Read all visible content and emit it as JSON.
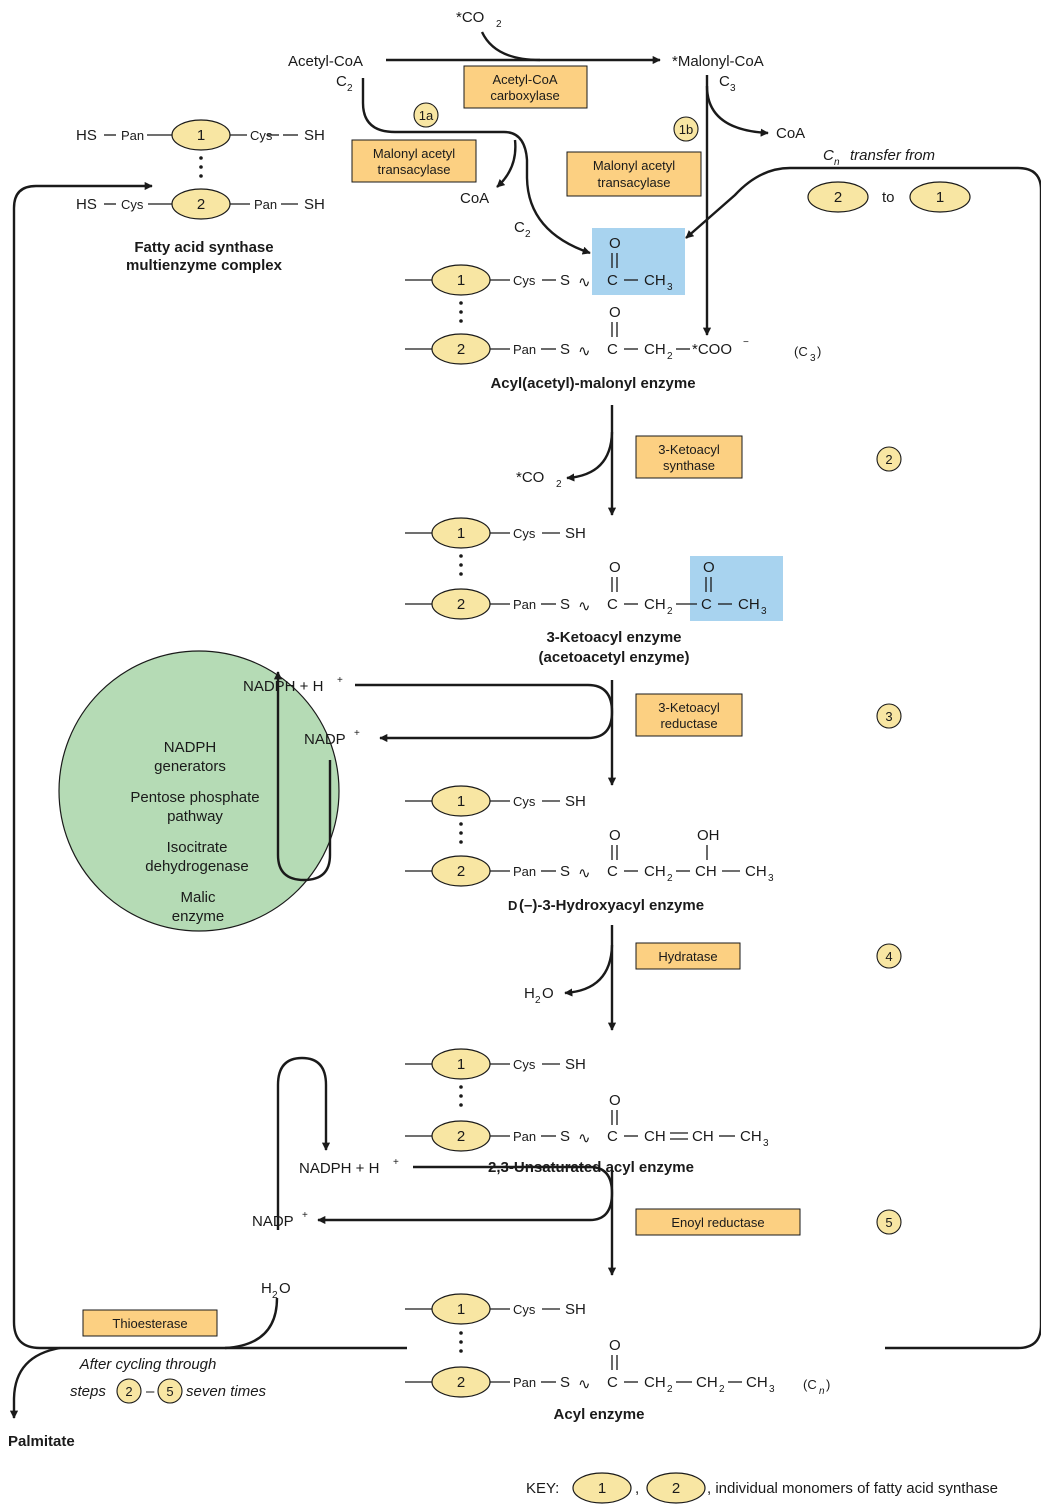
{
  "top": {
    "co2": "*CO",
    "co2_sub": "2",
    "acetyl_coa": "Acetyl-CoA",
    "acetyl_coa_c": "C",
    "acetyl_coa_c_sub": "2",
    "malonyl_coa": "*Malonyl-CoA",
    "malonyl_coa_c": "C",
    "malonyl_coa_c_sub": "3",
    "coa_right": "CoA",
    "coa_left": "CoA",
    "c2": "C",
    "c2_sub": "2"
  },
  "steps": {
    "s1a": "1a",
    "s1b": "1b",
    "s2": "2",
    "s3": "3",
    "s4": "4",
    "s5": "5"
  },
  "enzymes": {
    "carboxylase_l1": "Acetyl-CoA",
    "carboxylase_l2": "carboxylase",
    "transacylase_l1": "Malonyl acetyl",
    "transacylase_l2": "transacylase",
    "ketoacyl_synthase_l1": "3-Ketoacyl",
    "ketoacyl_synthase_l2": "synthase",
    "ketoacyl_reductase_l1": "3-Ketoacyl",
    "ketoacyl_reductase_l2": "reductase",
    "hydratase": "Hydratase",
    "enoyl_reductase": "Enoyl reductase",
    "thioesterase": "Thioesterase"
  },
  "complex": {
    "hs": "HS",
    "pan": "Pan",
    "cys": "Cys",
    "sh": "SH",
    "mono1": "1",
    "mono2": "2",
    "label_l1": "Fatty acid synthase",
    "label_l2": "multienzyme complex"
  },
  "chem": {
    "s": "S",
    "c": "C",
    "o": "O",
    "ch3": "CH",
    "ch2": "CH",
    "ch": "CH",
    "oh": "OH",
    "sub2": "2",
    "sub3": "3",
    "coo": "*COO",
    "minus": "−",
    "tilde": "∿",
    "dash": "—",
    "c3_tag": "(C",
    "cn_c": "(C",
    "cn_n": "n",
    "close_paren": ")"
  },
  "intermediates": {
    "acyl_malonyl": "Acyl(acetyl)-malonyl enzyme",
    "ketoacyl_l1": "3-Ketoacyl enzyme",
    "ketoacyl_l2": "(acetoacetyl enzyme)",
    "hydroxyacyl_prefix": "D",
    "hydroxyacyl": "(–)-3-Hydroxyacyl enzyme",
    "unsaturated": "2,3-Unsaturated acyl enzyme",
    "acyl": "Acyl enzyme"
  },
  "cofactors": {
    "nadph": "NADPH + H",
    "nadp": "NADP",
    "plus": "+",
    "h2o_h": "H",
    "h2o_sub": "2",
    "h2o_o": "O"
  },
  "transfer": {
    "c": "C",
    "n": "n",
    "text": "transfer from",
    "to": "to"
  },
  "generators": {
    "l1": "NADPH",
    "l2": "generators",
    "l3": "Pentose phosphate",
    "l4": "pathway",
    "l5": "Isocitrate",
    "l6": "dehydrogenase",
    "l7": "Malic",
    "l8": "enzyme"
  },
  "cycle": {
    "l1": "After cycling through",
    "steps": "steps",
    "dash": "–",
    "times": "seven times",
    "product": "Palmitate"
  },
  "key": {
    "label": "KEY:",
    "comma": ",",
    "text": ", individual monomers of fatty acid synthase"
  },
  "colors": {
    "monomer_fill": "#f8e6a3",
    "enzyme_box_fill": "#fcd082",
    "highlight_fill": "#a8d3ef",
    "generator_fill": "#b5dbb5"
  }
}
